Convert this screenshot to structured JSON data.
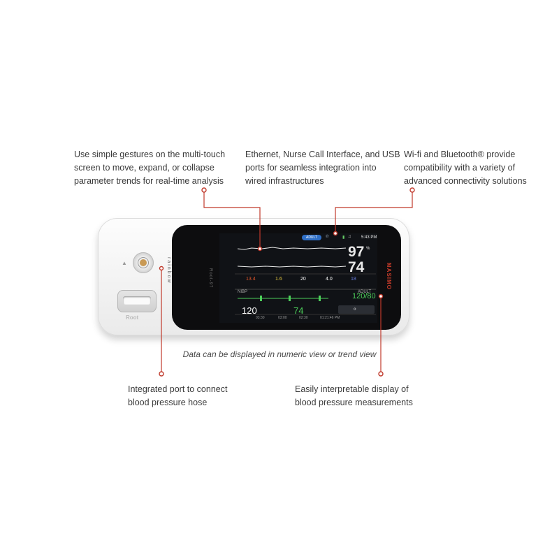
{
  "callouts": {
    "gestures": [
      "Use simple gestures on the multi-touch",
      "screen to move, expand, or collapse",
      "parameter trends for real-time analysis"
    ],
    "ports": [
      "Ethernet, Nurse Call Interface, and USB",
      "ports for seamless integration into",
      "wired infrastructures"
    ],
    "wireless": [
      "Wi-fi and Bluetooth® provide",
      "compatibility with a variety of",
      "advanced connectivity solutions"
    ],
    "bp_port": [
      "Integrated port to connect",
      "blood pressure hose"
    ],
    "bp_display": [
      "Easily interpretable display of",
      "blood pressure measurements"
    ]
  },
  "caption": "Data can be displayed in numeric view or trend view",
  "device": {
    "brand": "MASIMO",
    "side_label": "rainbow",
    "model_label": "Root-97",
    "base_label": "Root",
    "screen": {
      "mode_badge": "ADULT",
      "time": "5:43 PM",
      "spo2": "97",
      "pr": "74",
      "spo2_unit": "%",
      "param_values": [
        "13.4",
        "1.6",
        "20",
        "4.0",
        "18"
      ],
      "param_colors": [
        "#e0552b",
        "#e3c740",
        "#ffffff",
        "#ffffff",
        "#6b7fe0"
      ],
      "nibp_label": "NIBP",
      "nibp_mode": "ADULT",
      "bp_value": "120/80",
      "bp_small": "120",
      "bp_map": "74",
      "bp_color": "#4ccf5a",
      "timeline": [
        "03:30",
        "03:00",
        "02:30",
        "01:21:46 PM"
      ]
    }
  },
  "colors": {
    "callout_line": "#c0392b"
  }
}
